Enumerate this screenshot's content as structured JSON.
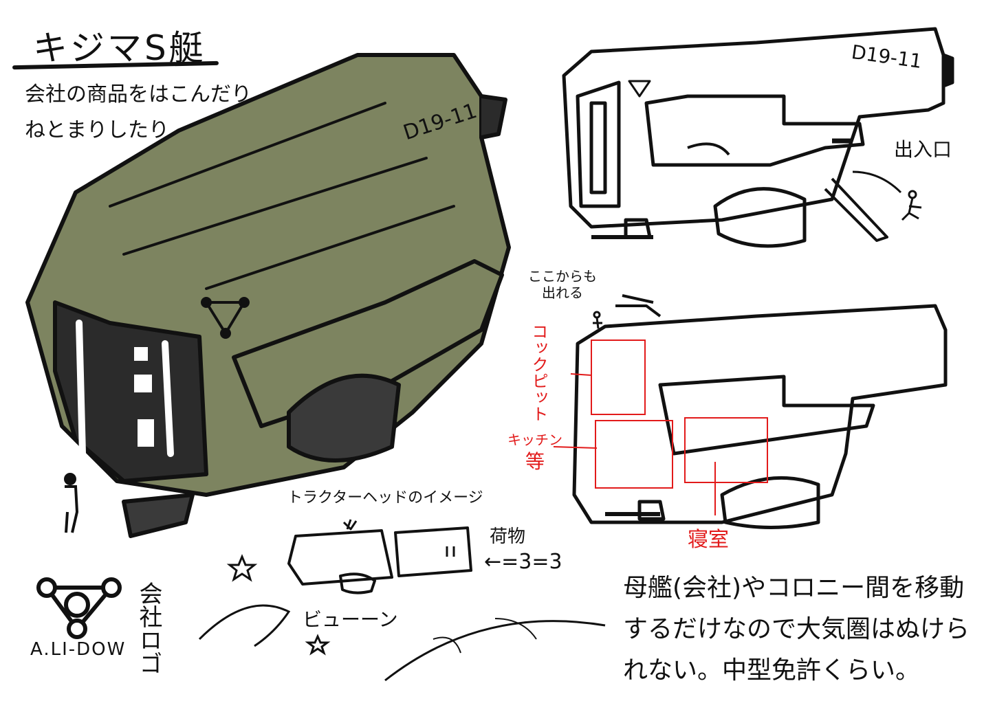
{
  "title": "キジマS艇",
  "description": [
    "会社の商品をはこんだり",
    "ねとまりしたり"
  ],
  "labels": {
    "exit": "出入口",
    "also_exit": [
      "ここからも",
      "出れる"
    ],
    "cockpit": "コックピット",
    "kitchen": [
      "キッチン",
      "等"
    ],
    "bedroom": "寝室",
    "tractor_head": "トラクターヘッドのイメージ",
    "cargo": "荷物",
    "cargo_arrow": "←=3=3",
    "beam": "ビューーン",
    "hull_mark": "D19-11",
    "logo_text": "A.LI-DOW",
    "logo_caption": "会社ロゴ"
  },
  "note": "母艦(会社)やコロニー間を移動するだけなので大気圏はぬけられない。中型免許くらい。",
  "colors": {
    "hull": "#7d8460",
    "hull_shadow": "#5e6447",
    "ink": "#111111",
    "annotation": "#e21a1a",
    "paper": "#ffffff"
  }
}
